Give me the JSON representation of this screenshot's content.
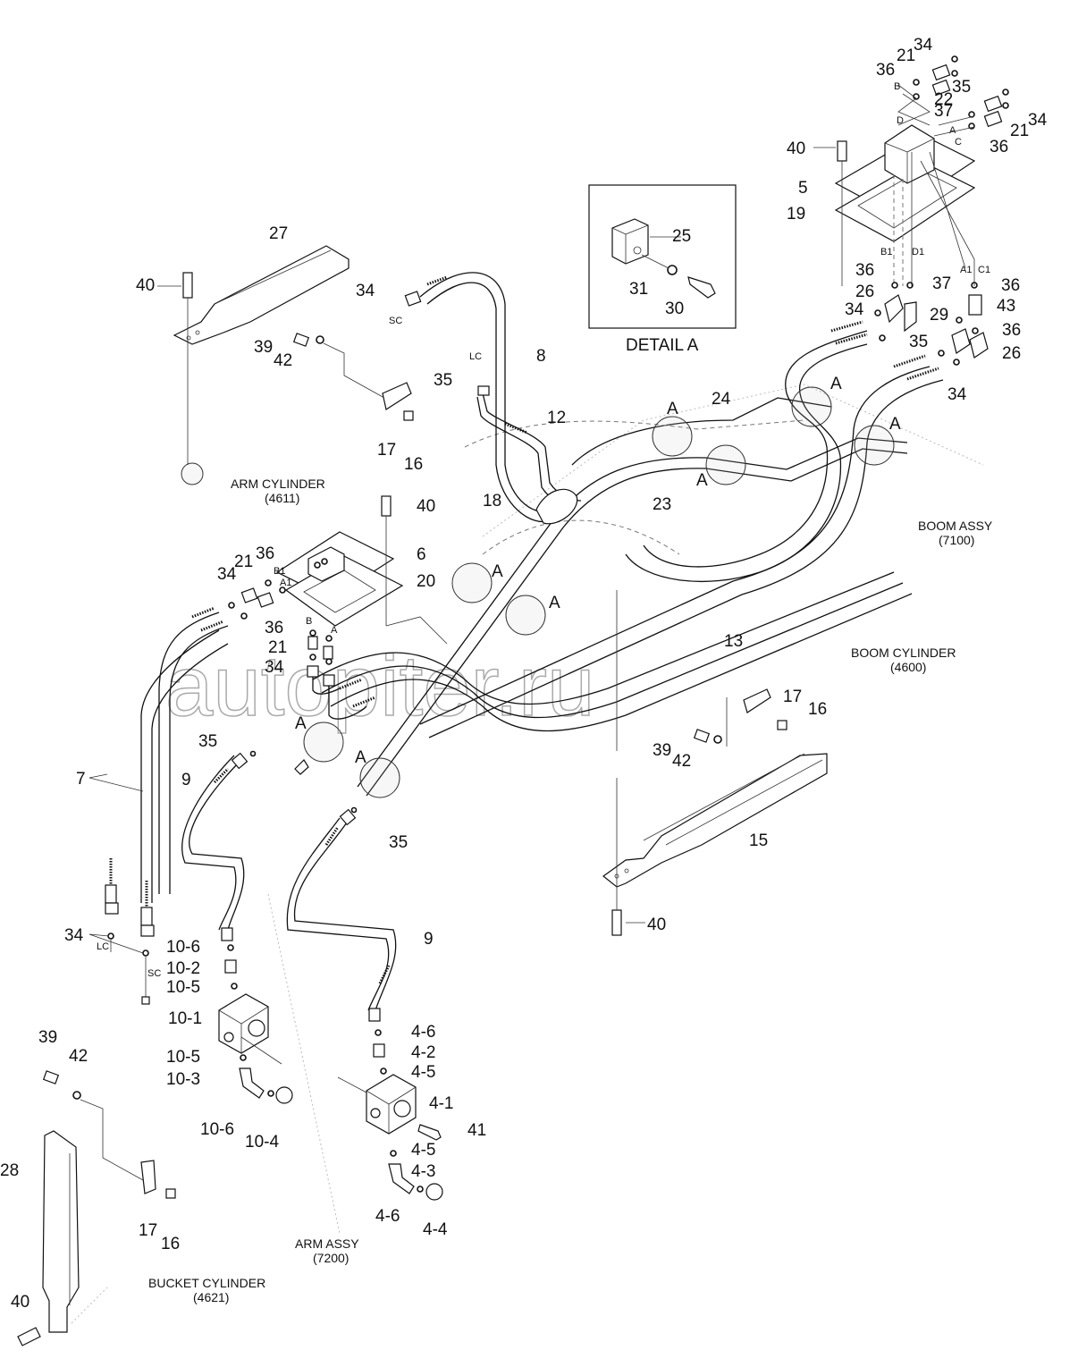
{
  "diagram": {
    "title": "Hydraulic piping – boom / arm (parts illustration)",
    "watermark": "autopiter.ru",
    "detail_view": {
      "title": "DETAIL A",
      "parts": [
        "25",
        "31",
        "30"
      ]
    },
    "assemblies": [
      {
        "name": "ARM CYLINDER",
        "code": "(4611)"
      },
      {
        "name": "BOOM ASSY",
        "code": "(7100)"
      },
      {
        "name": "BOOM CYLINDER",
        "code": "(4600)"
      },
      {
        "name": "ARM ASSY",
        "code": "(7200)"
      },
      {
        "name": "BUCKET CYLINDER",
        "code": "(4621)"
      }
    ],
    "port_labels": {
      "top_block": [
        "B",
        "D",
        "A",
        "C"
      ],
      "lower_top_block": [
        "B1",
        "D1",
        "A1",
        "C1"
      ],
      "mid_block": [
        "B1",
        "A1",
        "B",
        "A"
      ],
      "connections": [
        "SC",
        "LC",
        "LC",
        "SC"
      ]
    },
    "section_marker": "A",
    "callouts": {
      "top_right": [
        "34",
        "21",
        "36",
        "35",
        "22",
        "37",
        "34",
        "21",
        "36",
        "40",
        "5",
        "19"
      ],
      "right_fittings": [
        "36",
        "37",
        "26",
        "29",
        "34",
        "35",
        "36",
        "43",
        "36",
        "26",
        "34"
      ],
      "detail": [
        "25",
        "31",
        "30"
      ],
      "upper_left": [
        "27",
        "40",
        "39",
        "42",
        "17",
        "16",
        "34",
        "35",
        "8",
        "12",
        "18",
        "23",
        "24"
      ],
      "mid_left": [
        "40",
        "6",
        "20",
        "21",
        "36",
        "34",
        "36",
        "21",
        "34",
        "35"
      ],
      "center": [
        "13",
        "17",
        "16",
        "39",
        "42",
        "15",
        "40"
      ],
      "lower_left": [
        "7",
        "9",
        "34",
        "10-6",
        "10-2",
        "10-5",
        "10-1",
        "10-5",
        "10-3",
        "10-6",
        "10-4"
      ],
      "lower_center": [
        "35",
        "9",
        "4-6",
        "4-2",
        "4-5",
        "4-1",
        "41",
        "4-5",
        "4-3",
        "4-6",
        "4-4"
      ],
      "bottom_left": [
        "39",
        "42",
        "28",
        "17",
        "16",
        "40"
      ]
    }
  }
}
